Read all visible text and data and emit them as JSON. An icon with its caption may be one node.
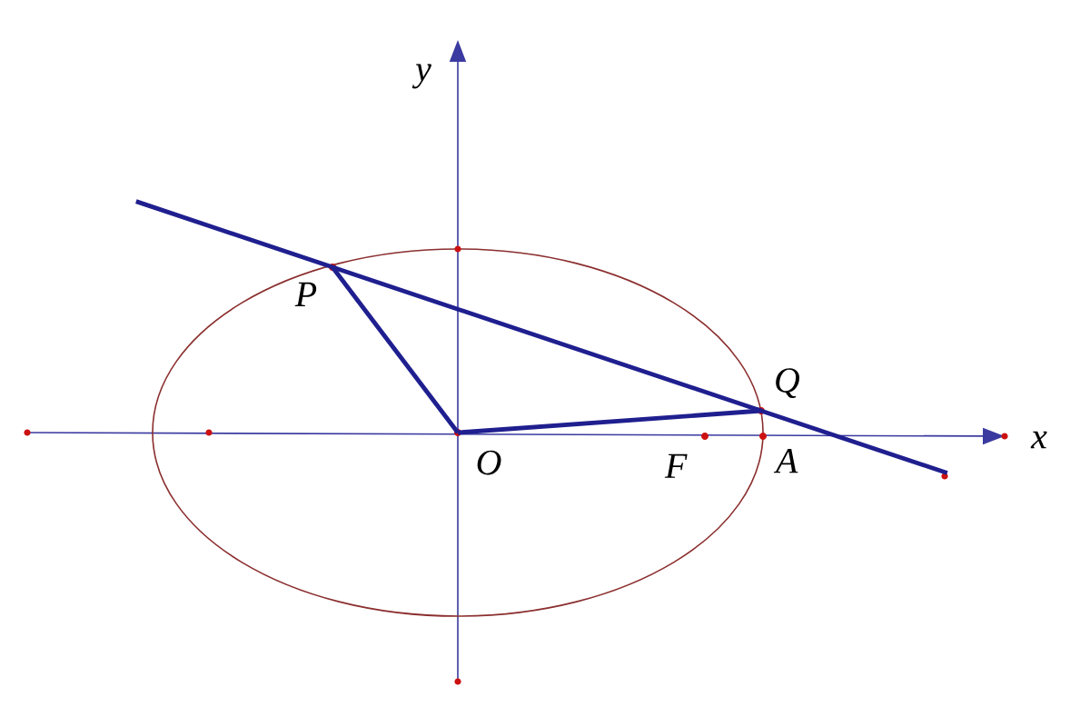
{
  "diagram": {
    "nodes": [
      {
        "text": [
          "P"
        ]
      },
      {
        "text": [
          "Q"
        ]
      },
      {
        "text": [
          "O"
        ]
      },
      {
        "text": [
          "F"
        ]
      },
      {
        "text": [
          "A"
        ]
      }
    ],
    "edges": [
      {
        "from": 0,
        "to": 1,
        "arrow": "none"
      },
      {
        "from": 0,
        "to": 2,
        "arrow": "none"
      },
      {
        "from": 2,
        "to": 1,
        "arrow": "none"
      }
    ],
    "labels": [
      "y",
      "x"
    ]
  }
}
